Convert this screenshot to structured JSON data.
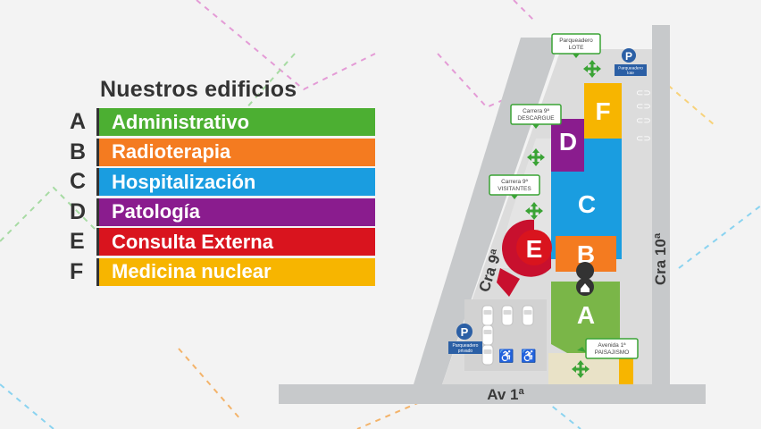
{
  "legend": {
    "title": "Nuestros edificios",
    "items": [
      {
        "letter": "A",
        "name": "Administrativo",
        "color": "#4caf32"
      },
      {
        "letter": "B",
        "name": "Radioterapia",
        "color": "#f47b20"
      },
      {
        "letter": "C",
        "name": "Hospitalización",
        "color": "#1a9de0"
      },
      {
        "letter": "D",
        "name": "Patología",
        "color": "#8a1c8e"
      },
      {
        "letter": "E",
        "name": "Consulta Externa",
        "color": "#d9141e"
      },
      {
        "letter": "F",
        "name": "Medicina nuclear",
        "color": "#f7b500"
      }
    ]
  },
  "map": {
    "streets": {
      "cra9": "Cra 9ª",
      "cra10": "Cra 10ª",
      "av1": "Av 1ª"
    },
    "signs": {
      "parqueadero_lote": [
        "Parqueadero",
        "LOTE"
      ],
      "carrera9_descargue": [
        "Carrera 9ª",
        "DESCARGUE"
      ],
      "carrera9_visitantes": [
        "Carrera 9ª",
        "VISITANTES"
      ],
      "avenida1_paisajismo": [
        "Avenida 1ª",
        "PAISAJISMO"
      ]
    },
    "parking": {
      "symbol": "P",
      "lote_label": [
        "Parqueadero",
        "lote"
      ],
      "privado_label": [
        "Parqueadero",
        "privado"
      ]
    },
    "buildings": {
      "A": "A",
      "B": "B",
      "C": "C",
      "D": "D",
      "E": "E",
      "F": "F"
    },
    "colors": {
      "road": "#c7c9cb",
      "street_text": "#3a3a3a",
      "arrow_green": "#3aa335",
      "parking_blue": "#2b5fa5",
      "building_A": "#7ab648",
      "building_B": "#f47b20",
      "building_C": "#1a9de0",
      "building_D": "#8a1c8e",
      "building_E": "#c8102e",
      "building_F": "#f7b500"
    }
  }
}
